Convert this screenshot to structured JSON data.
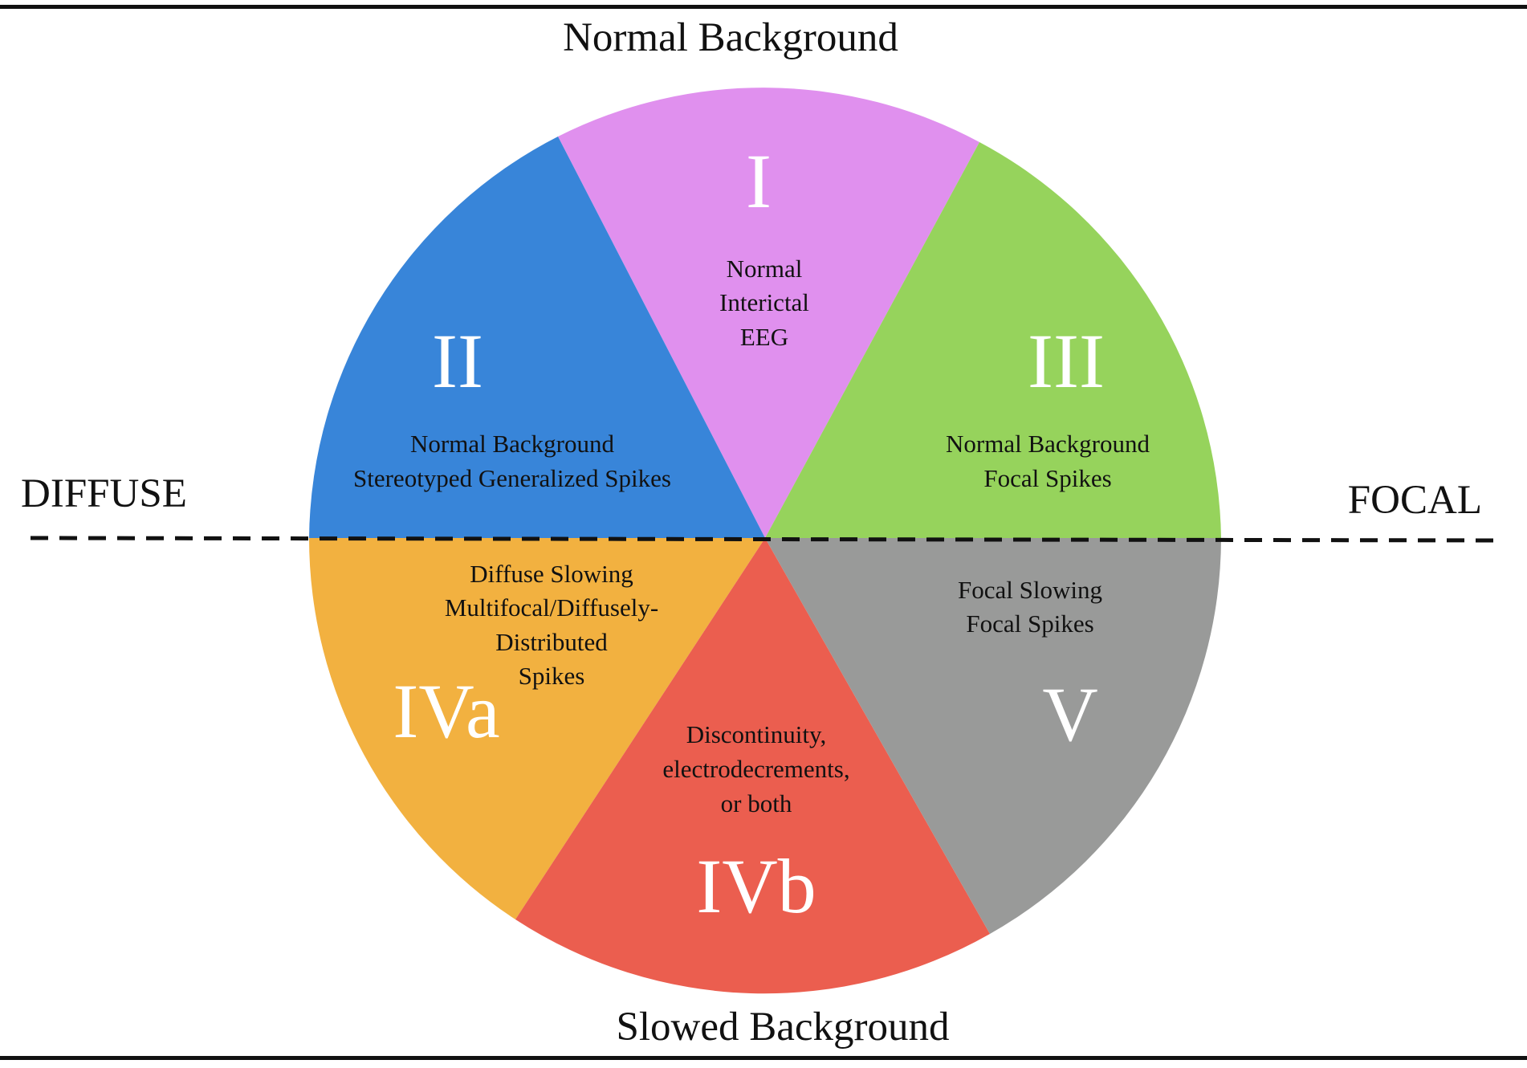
{
  "labels": {
    "top": "Normal Background",
    "bottom": "Slowed Background",
    "left": "DIFFUSE",
    "right": "FOCAL"
  },
  "colors": {
    "I": "#e090ee",
    "II": "#3885d9",
    "III": "#96d35c",
    "IVa": "#f2b140",
    "IVb": "#eb5e4f",
    "V": "#999a99"
  },
  "segments": [
    {
      "id": "I",
      "numeral": "I",
      "lines": [
        "Normal",
        "Interictal",
        "EEG"
      ]
    },
    {
      "id": "II",
      "numeral": "II",
      "lines": [
        "Normal Background",
        "Stereotyped Generalized Spikes"
      ]
    },
    {
      "id": "III",
      "numeral": "III",
      "lines": [
        "Normal Background",
        "Focal Spikes"
      ]
    },
    {
      "id": "IVa",
      "numeral": "IVa",
      "lines": [
        "Diffuse Slowing",
        "Multifocal/Diffusely-",
        "Distributed",
        "Spikes"
      ]
    },
    {
      "id": "IVb",
      "numeral": "IVb",
      "lines": [
        "Discontinuity,",
        "electrodecrements,",
        "or both"
      ]
    },
    {
      "id": "V",
      "numeral": "V",
      "lines": [
        "Focal Slowing",
        "Focal Spikes"
      ]
    }
  ]
}
